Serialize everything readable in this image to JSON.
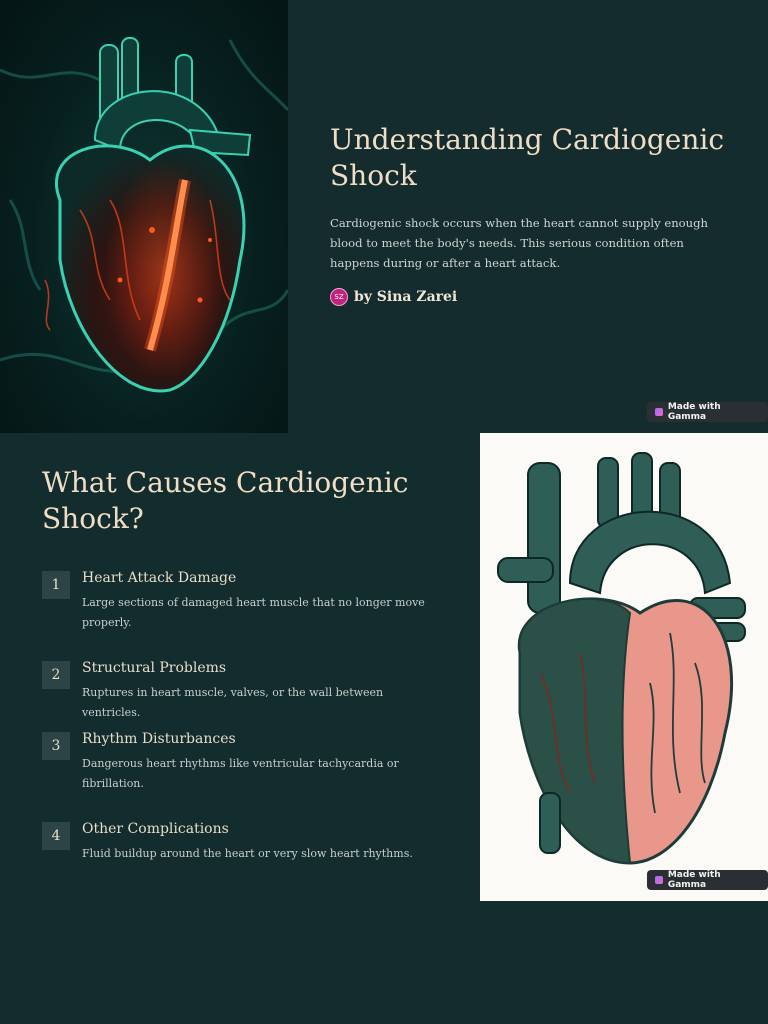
{
  "slide1": {
    "title": "Understanding Cardiogenic Shock",
    "intro": "Cardiogenic shock occurs when the heart cannot supply enough blood to meet the body's needs. This serious condition often happens during or after a heart attack.",
    "author": {
      "initials": "SZ",
      "name": "by Sina Zarei"
    },
    "badge": "Made with Gamma"
  },
  "slide2": {
    "title": "What Causes Cardiogenic Shock?",
    "causes": [
      {
        "num": "1",
        "title": "Heart Attack Damage",
        "desc": "Large sections of damaged heart muscle that no longer move properly."
      },
      {
        "num": "2",
        "title": "Structural Problems",
        "desc": "Ruptures in heart muscle, valves, or the wall between ventricles."
      },
      {
        "num": "3",
        "title": "Rhythm Disturbances",
        "desc": "Dangerous heart rhythms like ventricular tachycardia or fibrillation."
      },
      {
        "num": "4",
        "title": "Other Complications",
        "desc": "Fluid buildup around the heart or very slow heart rhythms."
      }
    ],
    "badge": "Made with Gamma"
  },
  "colors": {
    "background": "#132c2d",
    "heading": "#f0ddc6",
    "number_box": "#2c4445",
    "avatar": "#c2227f"
  }
}
